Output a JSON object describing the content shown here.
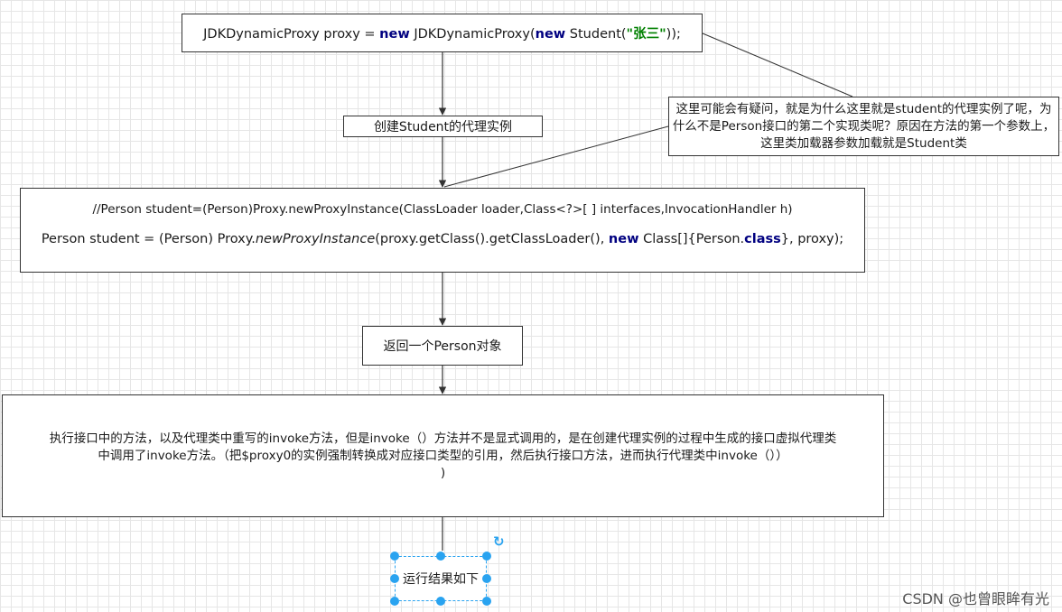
{
  "top_box": {
    "part1": "JDKDynamicProxy proxy = ",
    "kw_new1": "new",
    "part2": " JDKDynamicProxy(",
    "kw_new2": "new",
    "part3": " Student(",
    "string_literal": "\"张三\"",
    "part4": "));"
  },
  "create_box": {
    "label": "创建Student的代理实例"
  },
  "note_box": {
    "text": "这里可能会有疑问，就是为什么这里就是student的代理实例了呢，为什么不是Person接口的第二个实现类呢？原因在方法的第一个参数上，这里类加载器参数加载就是Student类"
  },
  "code_box": {
    "comment": "//Person student=(Person)Proxy.newProxyInstance(ClassLoader loader,Class<?>[ ] interfaces,InvocationHandler h)",
    "l2_part1": "Person student = (Person) Proxy.",
    "l2_method": "newProxyInstance",
    "l2_part2": "(proxy.getClass().getClassLoader(), ",
    "l2_kw_new": "new",
    "l2_part3": " Class[]{Person.",
    "l2_kw_class": "class",
    "l2_part4": "}, proxy);"
  },
  "return_box": {
    "label": "返回一个Person对象"
  },
  "exec_box": {
    "line1": "执行接口中的方法，以及代理类中重写的invoke方法，但是invoke（）方法并不是显式调用的，是在创建代理实例的过程中生成的接口虚拟代理类",
    "line2": "中调用了invoke方法。（把$proxy0的实例强制转换成对应接口类型的引用，然后执行接口方法，进而执行代理类中invoke（））",
    "line3": ")"
  },
  "result_box": {
    "label": "运行结果如下"
  },
  "watermark": {
    "text": "CSDN @也曾眼眸有光"
  },
  "colors": {
    "selection": "#29a3f0",
    "keyword": "#000080",
    "string": "#008000",
    "line": "#333333"
  },
  "icons": {
    "rotate": "rotate-icon"
  }
}
